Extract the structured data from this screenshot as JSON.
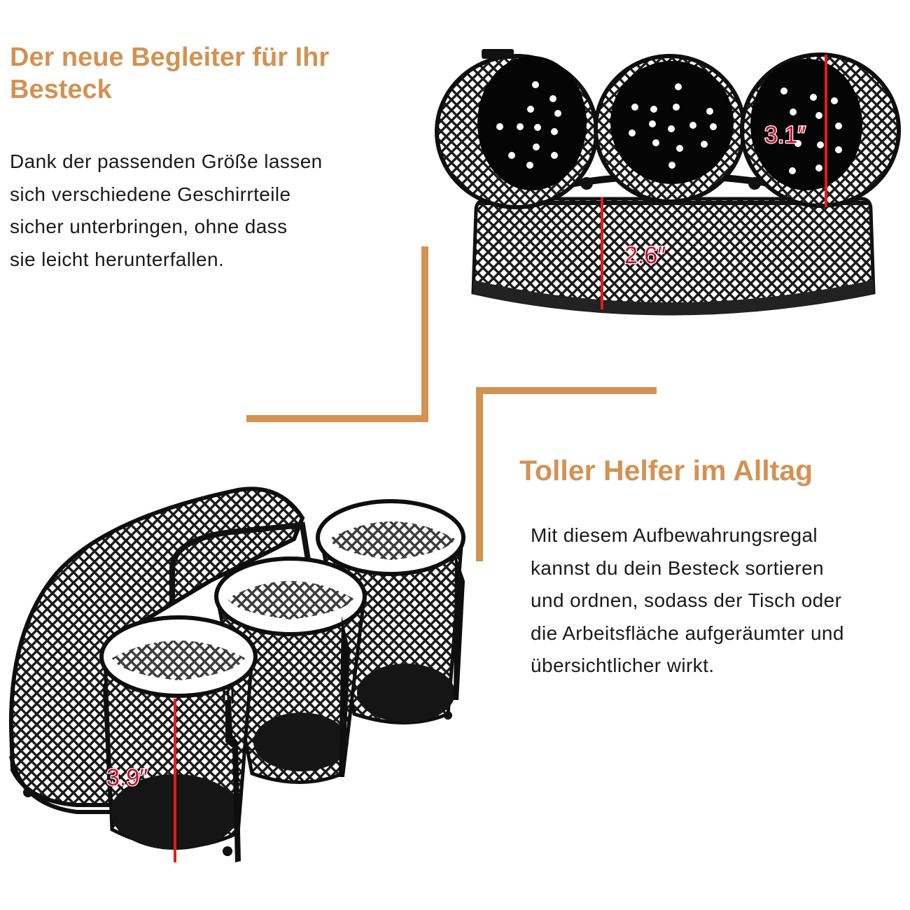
{
  "colors": {
    "accent": "#d39253",
    "measure": "#e41b1b"
  },
  "section_top": {
    "heading": "Der neue Begleiter für Ihr Besteck",
    "text": "Dank der passenden Größe lassen\nsich verschiedene Geschirrteile\nsicher unterbringen, ohne dass\nsie leicht herunterfallen."
  },
  "section_bottom": {
    "heading": "Toller Helfer im Alltag",
    "text": "Mit diesem Aufbewahrungsregal\nkannst du dein Besteck sortieren\nund ordnen, sodass der Tisch oder\ndie Arbeitsfläche aufgeräumter und\nübersichtlicher wirkt."
  },
  "measurements": {
    "cup_diameter": "3.1″",
    "basket_height": "2.6″",
    "cup_height": "3.9″"
  }
}
